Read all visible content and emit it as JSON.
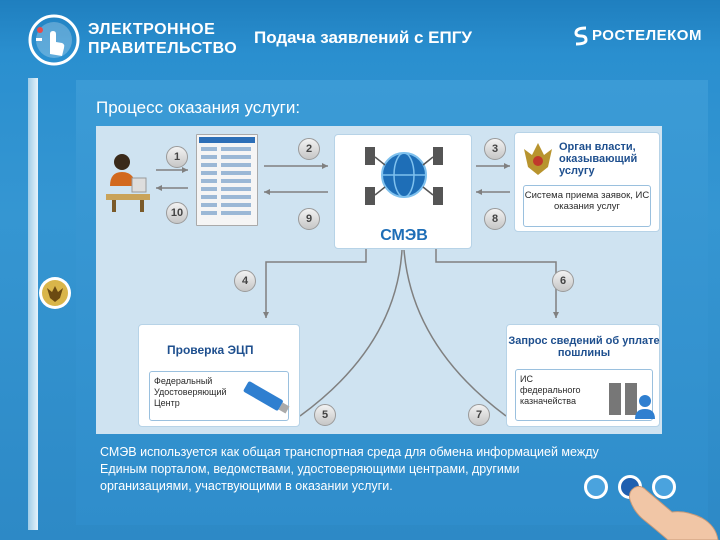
{
  "header": {
    "logo_line1": "ЭЛЕКТРОННОЕ",
    "logo_line2": "ПРАВИТЕЛЬСТВО",
    "title": "Подача заявлений с ЕПГУ",
    "partner_logo": "РОСТЕЛЕКОМ"
  },
  "main": {
    "heading": "Процесс оказания услуги:",
    "note": "СМЭВ используется как общая транспортная среда для обмена информацией между Единым порталом, ведомствами, удостоверяющими центрами, другими организациями, участвующими в оказании услуги."
  },
  "diagram": {
    "smev_label": "СМЭВ",
    "organ": {
      "title": "Орган власти, оказывающий услугу",
      "subtitle": "Система приема заявок, ИС оказания услуг"
    },
    "ecp": {
      "title": "Проверка ЭЦП",
      "subtitle": "Федеральный Удостоверяющий Центр"
    },
    "fee": {
      "title": "Запрос сведений об уплате пошлины",
      "subtitle": "ИС федерального казначейства"
    },
    "steps": [
      "1",
      "2",
      "3",
      "4",
      "5",
      "6",
      "7",
      "8",
      "9",
      "10"
    ]
  },
  "icons": {
    "gov_logo": "hand-pointer-icon",
    "partner_logo": "rostelecom-s-icon",
    "emblem": "russian-eagle-icon",
    "user": "user-at-computer-icon",
    "portal": "web-page-icon",
    "smev": "network-servers-globe-icon",
    "token": "usb-token-icon",
    "treasury": "servers-user-icon"
  },
  "colors": {
    "background": "#2d89c6",
    "diagram_bg": "#cfe3f1",
    "accent_text": "#1e4f8e",
    "smev_text": "#1e6eb7"
  }
}
